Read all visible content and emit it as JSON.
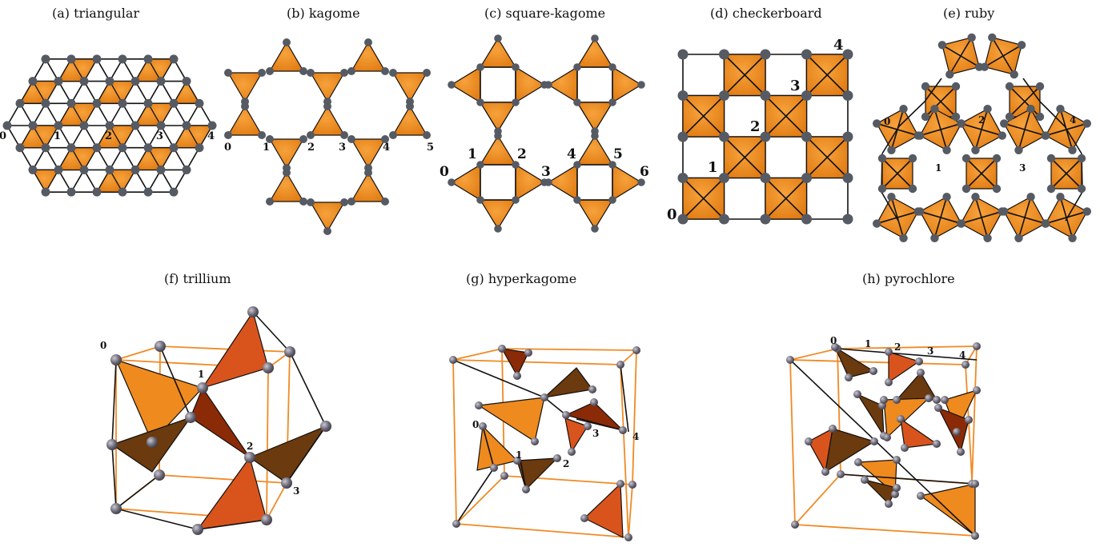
{
  "panels": [
    {
      "id": "a",
      "title": "(a)  triangular",
      "labels": [
        "0",
        "1",
        "2",
        "3",
        "4"
      ]
    },
    {
      "id": "b",
      "title": "(b)  kagome",
      "labels": [
        "0",
        "1",
        "2",
        "3",
        "4",
        "5"
      ]
    },
    {
      "id": "c",
      "title": "(c)  square-kagome",
      "labels": [
        "0",
        "1",
        "2",
        "3",
        "4",
        "5",
        "6"
      ]
    },
    {
      "id": "d",
      "title": "(d)  checkerboard",
      "labels": [
        "0",
        "1",
        "2",
        "3",
        "4"
      ]
    },
    {
      "id": "e",
      "title": "(e)  ruby",
      "labels": [
        "0",
        "1",
        "2",
        "3",
        "4"
      ]
    },
    {
      "id": "f",
      "title": "(f)  trillium",
      "labels": [
        "0",
        "1",
        "2",
        "3"
      ]
    },
    {
      "id": "g",
      "title": "(g)  hyperkagome",
      "labels": [
        "0",
        "1",
        "2",
        "3",
        "4"
      ]
    },
    {
      "id": "h",
      "title": "(h)  pyrochlore",
      "labels": [
        "0",
        "1",
        "2",
        "3",
        "4"
      ]
    }
  ],
  "colors": {
    "simplex_orange": "#ef8a1e",
    "simplex_dark_orange": "#d9541c",
    "simplex_brown": "#6b3a0e",
    "simplex_red_brown": "#8b2a06",
    "site": "#555a63",
    "edge": "#111111",
    "cube_edge": "#f08a24"
  }
}
